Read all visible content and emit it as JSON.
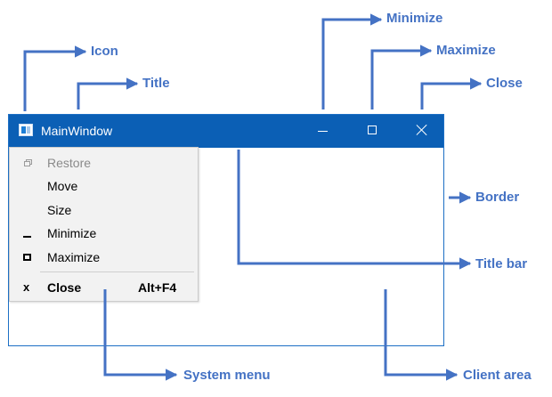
{
  "window": {
    "title": "MainWindow",
    "colors": {
      "titlebar": "#0b5fb5",
      "border": "#1d6fc5"
    }
  },
  "system_menu": {
    "items": [
      {
        "label": "Restore",
        "glyph": "restore-icon",
        "enabled": false
      },
      {
        "label": "Move",
        "glyph": "",
        "enabled": true
      },
      {
        "label": "Size",
        "glyph": "",
        "enabled": true
      },
      {
        "label": "Minimize",
        "glyph": "minimize-icon",
        "enabled": true
      },
      {
        "label": "Maximize",
        "glyph": "maximize-icon",
        "enabled": true
      },
      {
        "label": "Close",
        "glyph": "x-icon",
        "glyph_text": "x",
        "shortcut": "Alt+F4",
        "enabled": true,
        "bold": true
      }
    ]
  },
  "callouts": {
    "icon": "Icon",
    "title": "Title",
    "minimize": "Minimize",
    "maximize": "Maximize",
    "close": "Close",
    "border": "Border",
    "title_bar": "Title bar",
    "system_menu": "System menu",
    "client_area": "Client area"
  },
  "callout_color": "#4472C4"
}
